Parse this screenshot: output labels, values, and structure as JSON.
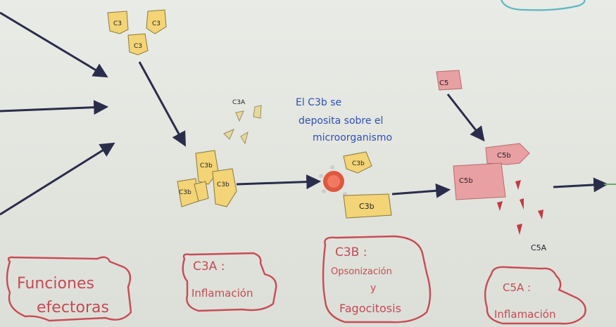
{
  "labels": {
    "c3_top_left": "C3",
    "c3_top_right": "C3",
    "c3_top_bottom": "C3",
    "c3a_small": "C3A",
    "c3b_1": "C3b",
    "c3b_2": "C3b",
    "c3b_3": "C3b",
    "c3b_deposit": "C3b",
    "c3b_loose": "C3b",
    "c5": "C5",
    "c5b_top": "C5b",
    "c5b_left": "C5b",
    "c5a": "C5A"
  },
  "annotation": {
    "line1": "El C3b se",
    "line2": "deposita sobre el",
    "line3": "microorganismo"
  },
  "boxes": {
    "funciones": {
      "line1": "Funciones",
      "line2": "efectoras"
    },
    "c3a": {
      "line1": "C3A :",
      "line2": "Inflamación"
    },
    "c3b": {
      "line1": "C3B :",
      "line2": "Opsonización",
      "line3": "y",
      "line4": "Fagocitosis"
    },
    "c5a": {
      "line1": "C5A :",
      "line2": "Inflamación"
    }
  },
  "colors": {
    "ink_arrows": "#2a2d4a",
    "c3_pieces": "#f3d476",
    "c5_pieces": "#e9a0a2",
    "annotation_ink": "#2f4fb6",
    "cloud_outline": "#c84b54",
    "microorganism": "#e0573f"
  }
}
